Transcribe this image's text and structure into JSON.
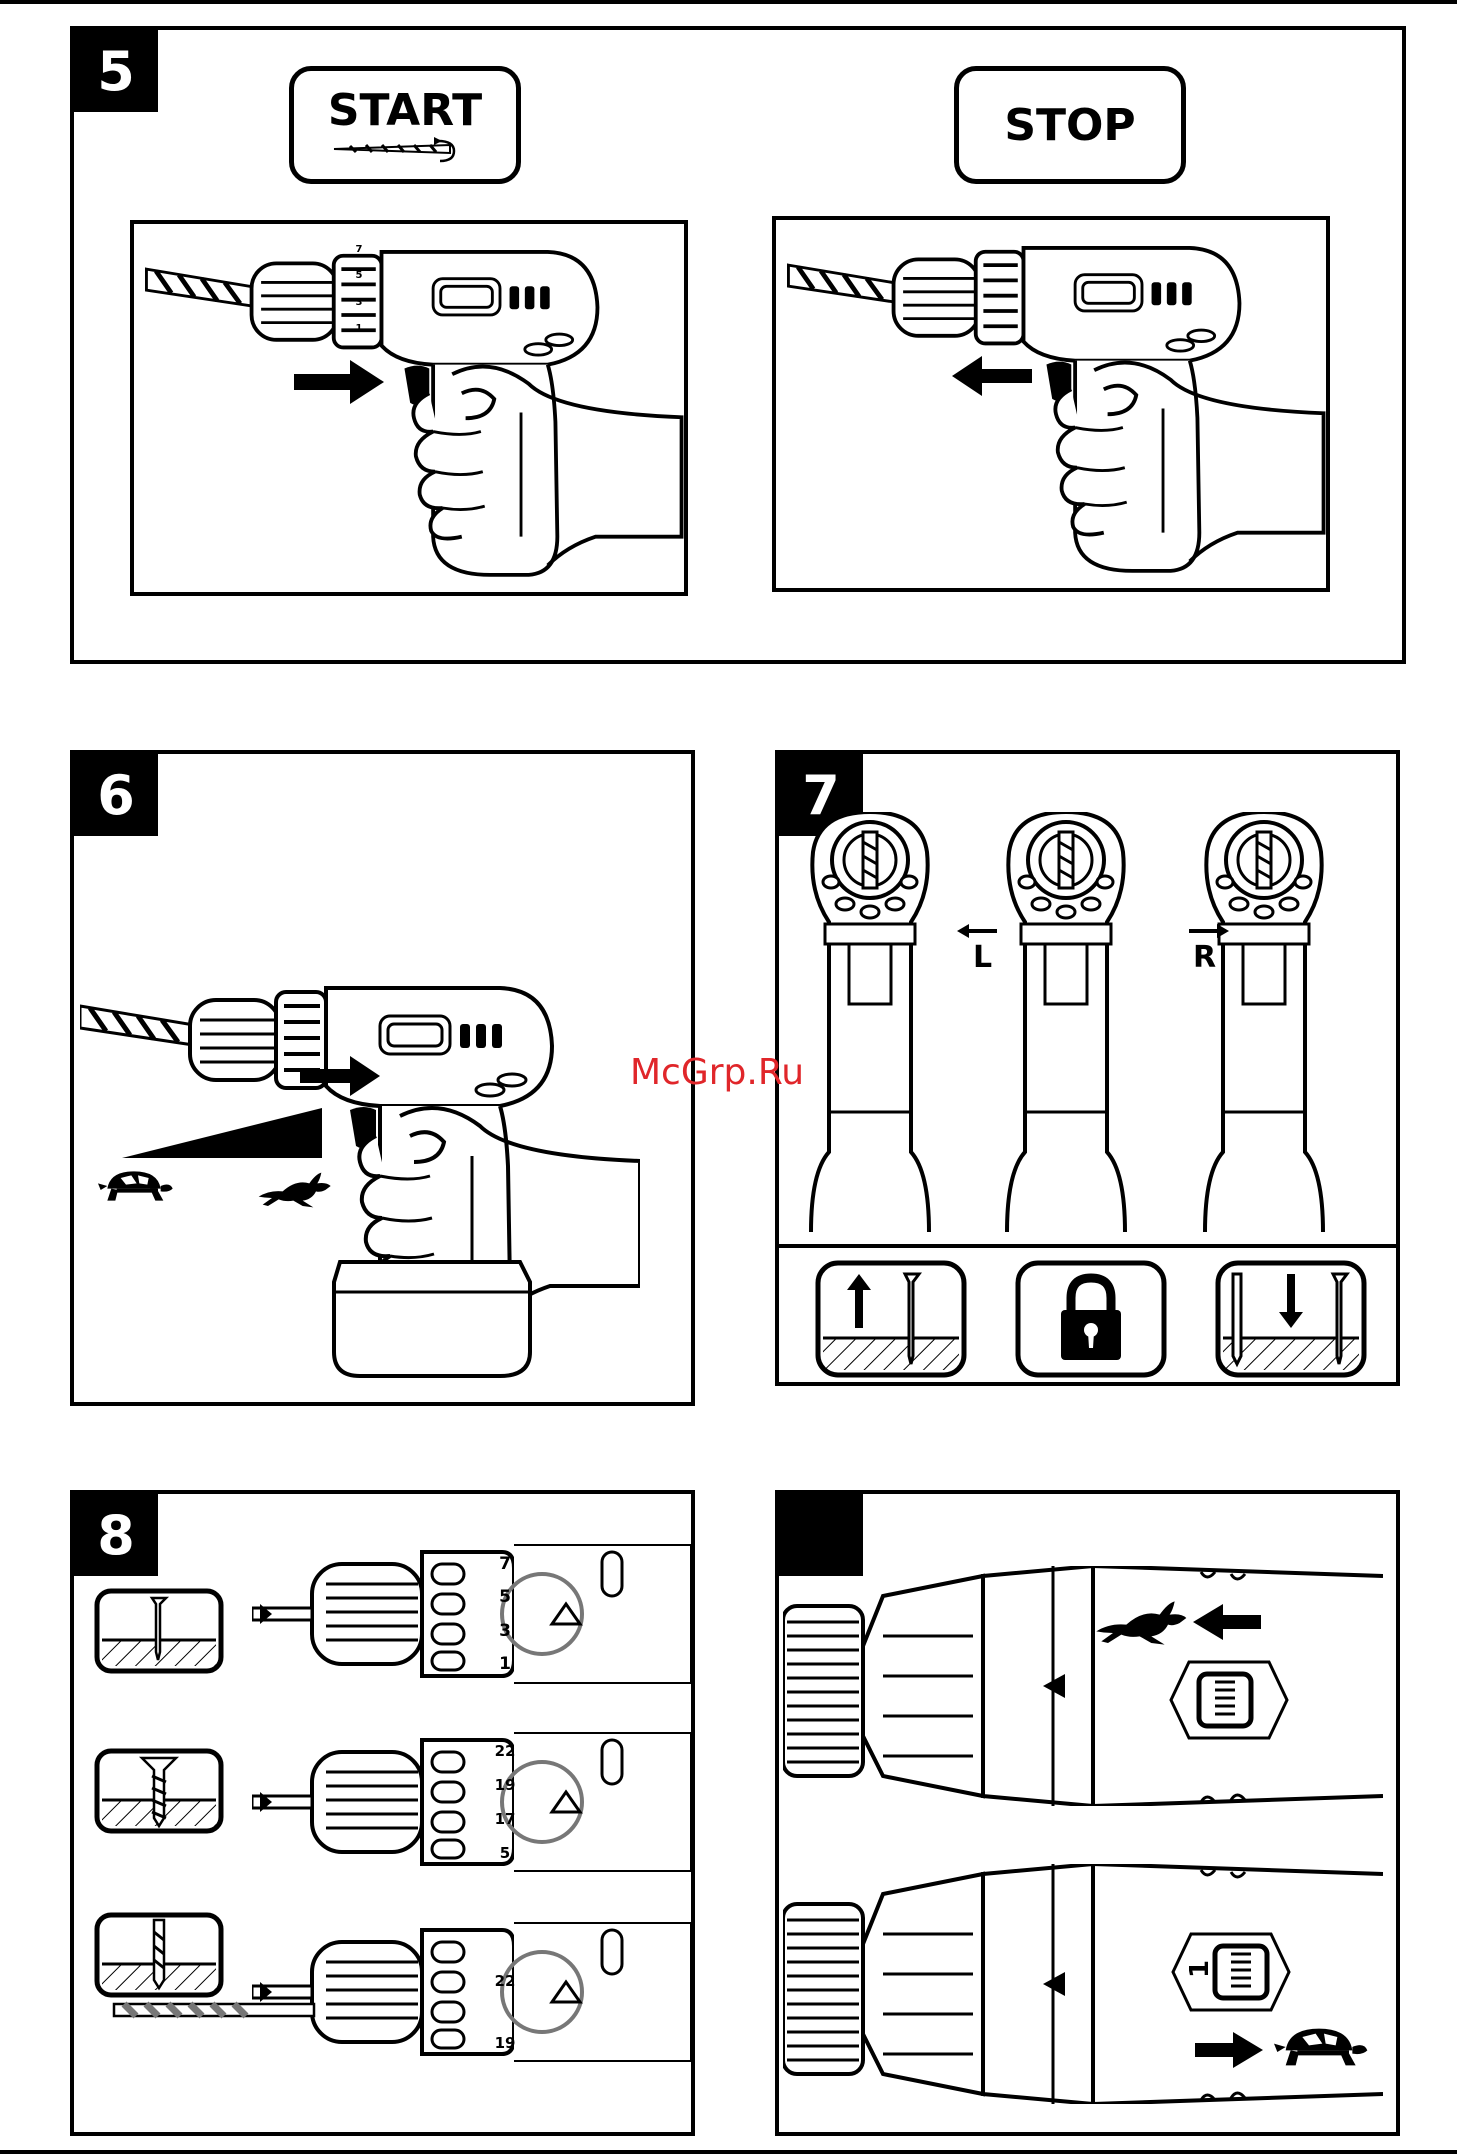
{
  "panels": [
    {
      "number": "5"
    },
    {
      "number": "6"
    },
    {
      "number": "7"
    },
    {
      "number": "8"
    },
    {
      "number": ""
    }
  ],
  "start_label": "START",
  "stop_label": "STOP",
  "direction": {
    "left": "L",
    "right": "R"
  },
  "gear_marks": [
    "1",
    "3",
    "5",
    "7"
  ],
  "torque_rows": [
    {
      "marks": [
        "1",
        "3",
        "5",
        "7"
      ]
    },
    {
      "marks": [
        "5",
        "17",
        "19",
        "22"
      ]
    },
    {
      "marks": [
        "19",
        "22"
      ]
    }
  ],
  "gear_switch_digit": "1",
  "watermark": "McGrp.Ru"
}
